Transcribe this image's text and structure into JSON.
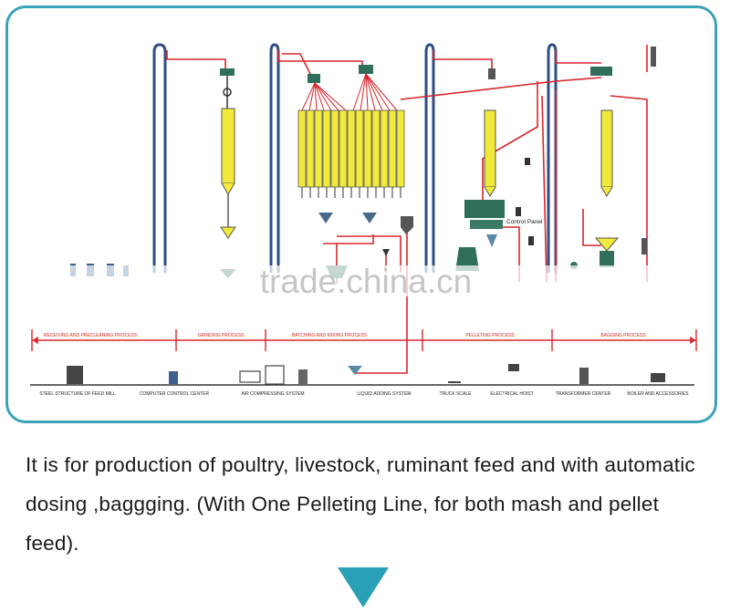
{
  "diagram": {
    "stages": [
      "RECEIVING AND PRECLEANING PROCESS",
      "GRINDING PROCESS",
      "BATCHING AND MIXING PROCESS",
      "PELLETING PROCESS",
      "BAGGING PROCESS"
    ],
    "equipment": [
      "STEEL STRUCTURE OF FEED MILL",
      "COMPUTER CONTROL CENTER",
      "AIR COMPRESSING SYSTEM",
      "LIQUID ADDING SYSTEM",
      "TRUCK SCALE",
      "ELECTRICAL HOIST",
      "TRANSFORMER CENTER",
      "BOILER AND ACCESSORIES"
    ],
    "control_panel_label": "Control Panel",
    "watermark": "trade.china.cn"
  },
  "description": "It is for production of poultry, livestock, ruminant feed and with automatic dosing ,baggging. (With One Pelleting Line, for both mash and pellet feed).",
  "colors": {
    "frame_border": "#3aa3b8",
    "pipe_red": "#d8262b",
    "pipe_blue": "#2e4e86",
    "silo_yellow": "#f2ea3a",
    "arrow_teal": "#2aa0b7"
  },
  "icons": [
    "down-arrow-icon"
  ]
}
